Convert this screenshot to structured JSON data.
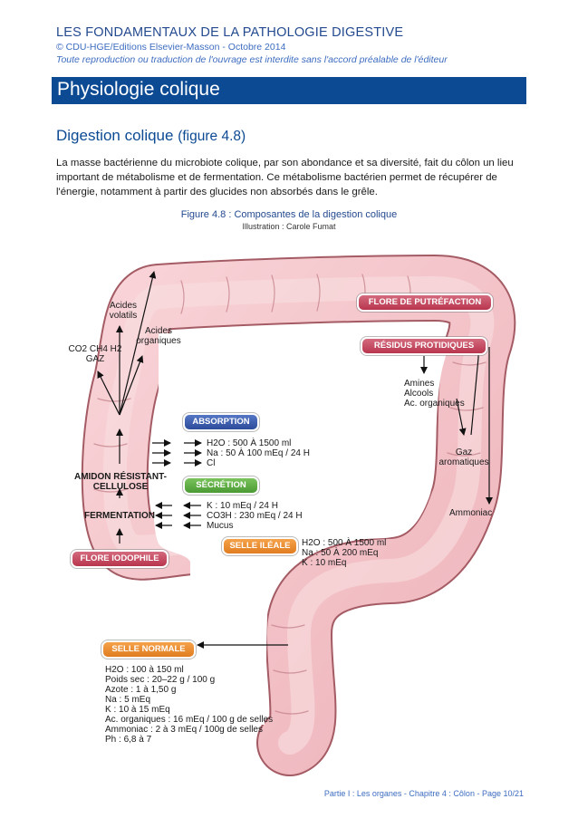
{
  "header": {
    "title": "LES FONDAMENTAUX DE LA PATHOLOGIE DIGESTIVE",
    "copyright": "© CDU-HGE/Editions Elsevier-Masson - Octobre 2014",
    "notice": "Toute reproduction ou traduction de l'ouvrage est interdite sans l'accord préalable de l'éditeur"
  },
  "banner": {
    "title": "Physiologie colique"
  },
  "section": {
    "title": "Digestion colique",
    "ref": "(figure 4.8)"
  },
  "intro": "La masse bactérienne du microbiote colique, par son abondance et sa diversité, fait du côlon un lieu important de métabolisme et de fermentation. Ce métabolisme bactérien permet de récupérer de l'énergie, notamment à partir des glucides non absorbés dans le grêle.",
  "figure": {
    "caption": "Figure 4.8 : Composantes de la digestion colique",
    "illustration": "Illustration : Carole Fumat"
  },
  "diagram": {
    "labels": {
      "acides_volatils_1": "Acides",
      "acides_volatils_2": "volatils",
      "acides_org_1": "Acides",
      "acides_org_2": "organiques",
      "gaz_1": "CO2 CH4 H2",
      "gaz_2": "GAZ",
      "amidon_1": "AMIDON RÉSISTANT-",
      "amidon_2": "CELLULOSE",
      "fermentation": "FERMENTATION",
      "amines_1": "Amines",
      "amines_2": "Alcools",
      "amines_3": "Ac. organiques",
      "gaz_arom_1": "Gaz",
      "gaz_arom_2": "aromatiques",
      "ammoniac": "Ammoniac"
    },
    "pills": {
      "flore_putrefaction": "FLORE DE PUTRÉFACTION",
      "residus": "RÉSIDUS PROTIDIQUES",
      "absorption": "ABSORPTION",
      "secretion": "SÉCRÉTION",
      "selle_ileale": "SELLE ILÉALE",
      "flore_iodophile": "FLORE IODOPHILE",
      "selle_normale": "SELLE NORMALE"
    },
    "absorption_lines": [
      "H2O : 500 À 1500 ml",
      "Na : 50 À 100 mEq / 24 H",
      "Cl"
    ],
    "secretion_lines": [
      "K : 10 mEq / 24 H",
      "CO3H : 230 mEq / 24 H",
      "Mucus"
    ],
    "ileale_lines": [
      "H2O : 500 À 1500 ml",
      "Na : 50 À 200 mEq",
      "K : 10 mEq"
    ],
    "selle_normale_lines": [
      "H2O : 100 à 150 ml",
      "Poids sec : 20–22 g / 100 g",
      "Azote : 1 à 1,50 g",
      "Na : 5 mEq",
      "K : 10 à 15 mEq",
      "Ac. organiques : 16 mEq / 100 g de selles",
      "Ammoniac : 2 à 3 mEq / 100g de selles",
      "Ph : 6,8 à 7"
    ]
  },
  "footer": "Partie I : Les organes - Chapitre 4 : Côlon  - Page 10/21",
  "colors": {
    "brand_blue": "#0c4a93",
    "colon_fill": "#f4c7cc",
    "colon_edge": "#9e5a63",
    "pill_red": "#b8354d",
    "pill_blue": "#2c4c9b",
    "pill_green": "#4a9a33",
    "pill_orange": "#e07c1f"
  }
}
